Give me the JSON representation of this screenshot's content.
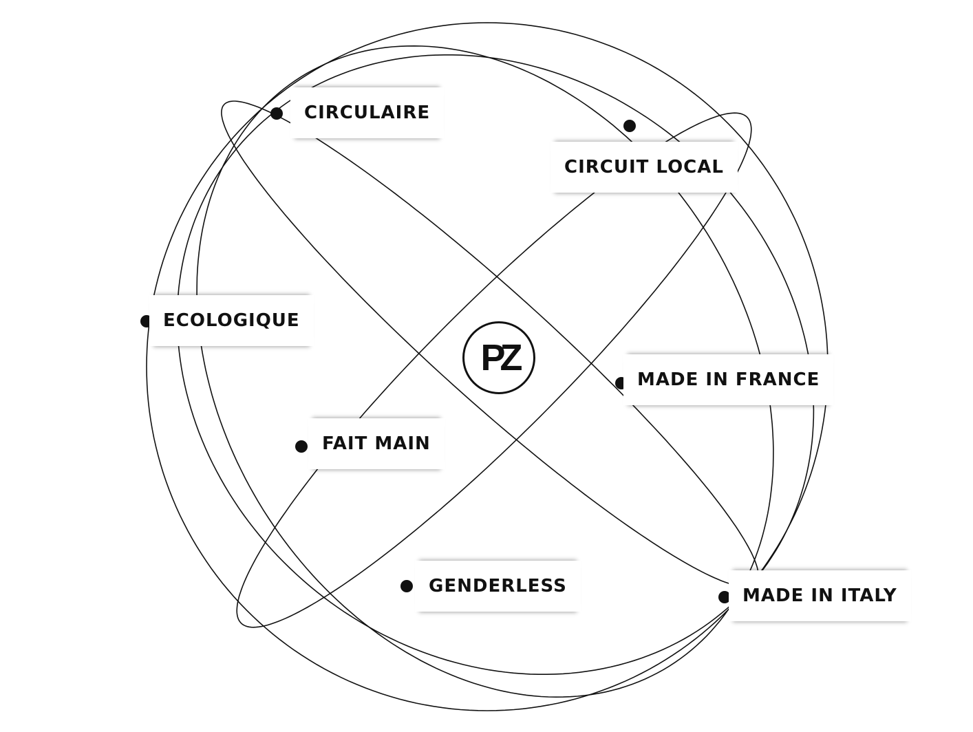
{
  "logo": {
    "text": "PZ"
  },
  "labels": {
    "circulaire": "CIRCULAIRE",
    "circuit_local": "CIRCUIT LOCAL",
    "ecologique": "ECOLOGIQUE",
    "made_in_france": "MADE IN FRANCE",
    "fait_main": "FAIT MAIN",
    "genderless": "GENDERLESS",
    "made_in_italy": "MADE IN ITALY"
  }
}
